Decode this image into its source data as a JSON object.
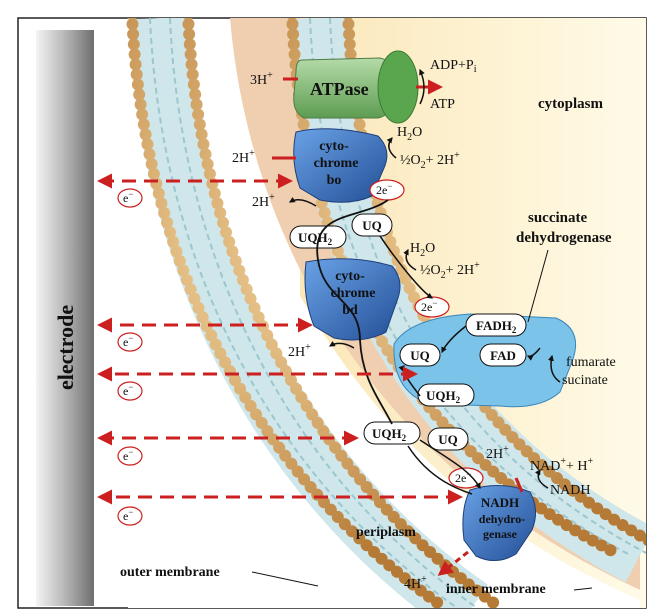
{
  "regions": {
    "electrode": "electrode",
    "cytoplasm": "cytoplasm",
    "periplasm": "periplasm",
    "outer_membrane": "outer membrane",
    "inner_membrane": "inner membrane"
  },
  "enzymes": {
    "atpase": "ATPase",
    "cyt_bo": [
      "cyto-",
      "chrome",
      "bo"
    ],
    "cyt_bd": [
      "cyto-",
      "chrome",
      "bd"
    ],
    "nadh_dh": [
      "NADH",
      "dehydro-",
      "genase"
    ],
    "succinate_dh": [
      "succinate",
      "dehydrogenase"
    ]
  },
  "species": {
    "uq": "UQ",
    "uqh2": "UQH",
    "sub2": "2",
    "fadh2": "FADH",
    "fad": "FAD",
    "two_e": "2e",
    "minus": "−",
    "e": "e",
    "three_h": "3H",
    "plus": "+",
    "adp_pi": "ADP+P",
    "pi_sub": "i",
    "atp": "ATP",
    "h2o_h": "H",
    "h2o_o": "O",
    "half": "½O",
    "plus_2h": "+ 2H",
    "two_h": "2H",
    "four_h": "4H",
    "nad": "NAD",
    "nad_rest": "+ H",
    "nadh": "NADH",
    "fumarate": "fumarate",
    "sucinate": "sucinate"
  },
  "colors": {
    "electrode_light": "#e4e4e4",
    "electrode_dark": "#7a7a7a",
    "lipid_head": "#d9a15a",
    "membrane_core": "#cfe6ea",
    "periplasm": "#f0cfb0",
    "cytoplasm": "#fff4cc",
    "enzyme_blue": "#3f78c8",
    "sdh_blue": "#7cc3ea",
    "atpase_green": "#86c07a",
    "arrow_red": "#cc1f1f"
  }
}
